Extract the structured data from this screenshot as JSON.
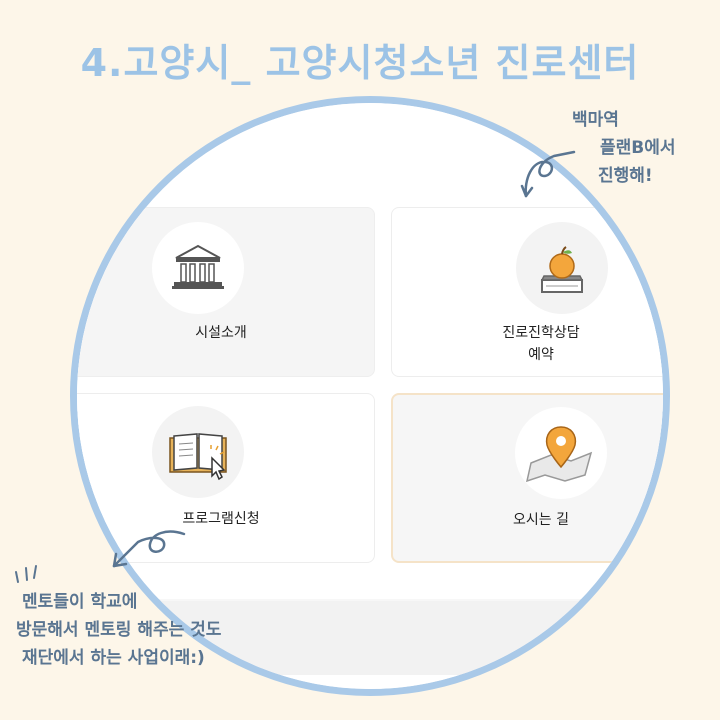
{
  "title": "4.고양시_ 고양시청소년 진로센터",
  "menu": [
    {
      "label": "시설소개",
      "icon": "building-icon"
    },
    {
      "label": "진로진학상담\n예약",
      "icon": "apple-book-icon"
    },
    {
      "label": "프로그램신청",
      "icon": "open-book-icon"
    },
    {
      "label": "오시는 길",
      "icon": "map-pin-icon"
    }
  ],
  "notes": {
    "top_right": [
      "백마역",
      "플랜B에서",
      "진행해!"
    ],
    "bottom_left": [
      "멘토들이 학교에",
      "방문해서 멘토링 해주는 것도",
      "재단에서 하는 사업이래:)"
    ]
  },
  "colors": {
    "background": "#fdf6e9",
    "accent_blue": "#a9c9e8",
    "note_text": "#5a7591",
    "active_border": "#f5e3c8"
  }
}
